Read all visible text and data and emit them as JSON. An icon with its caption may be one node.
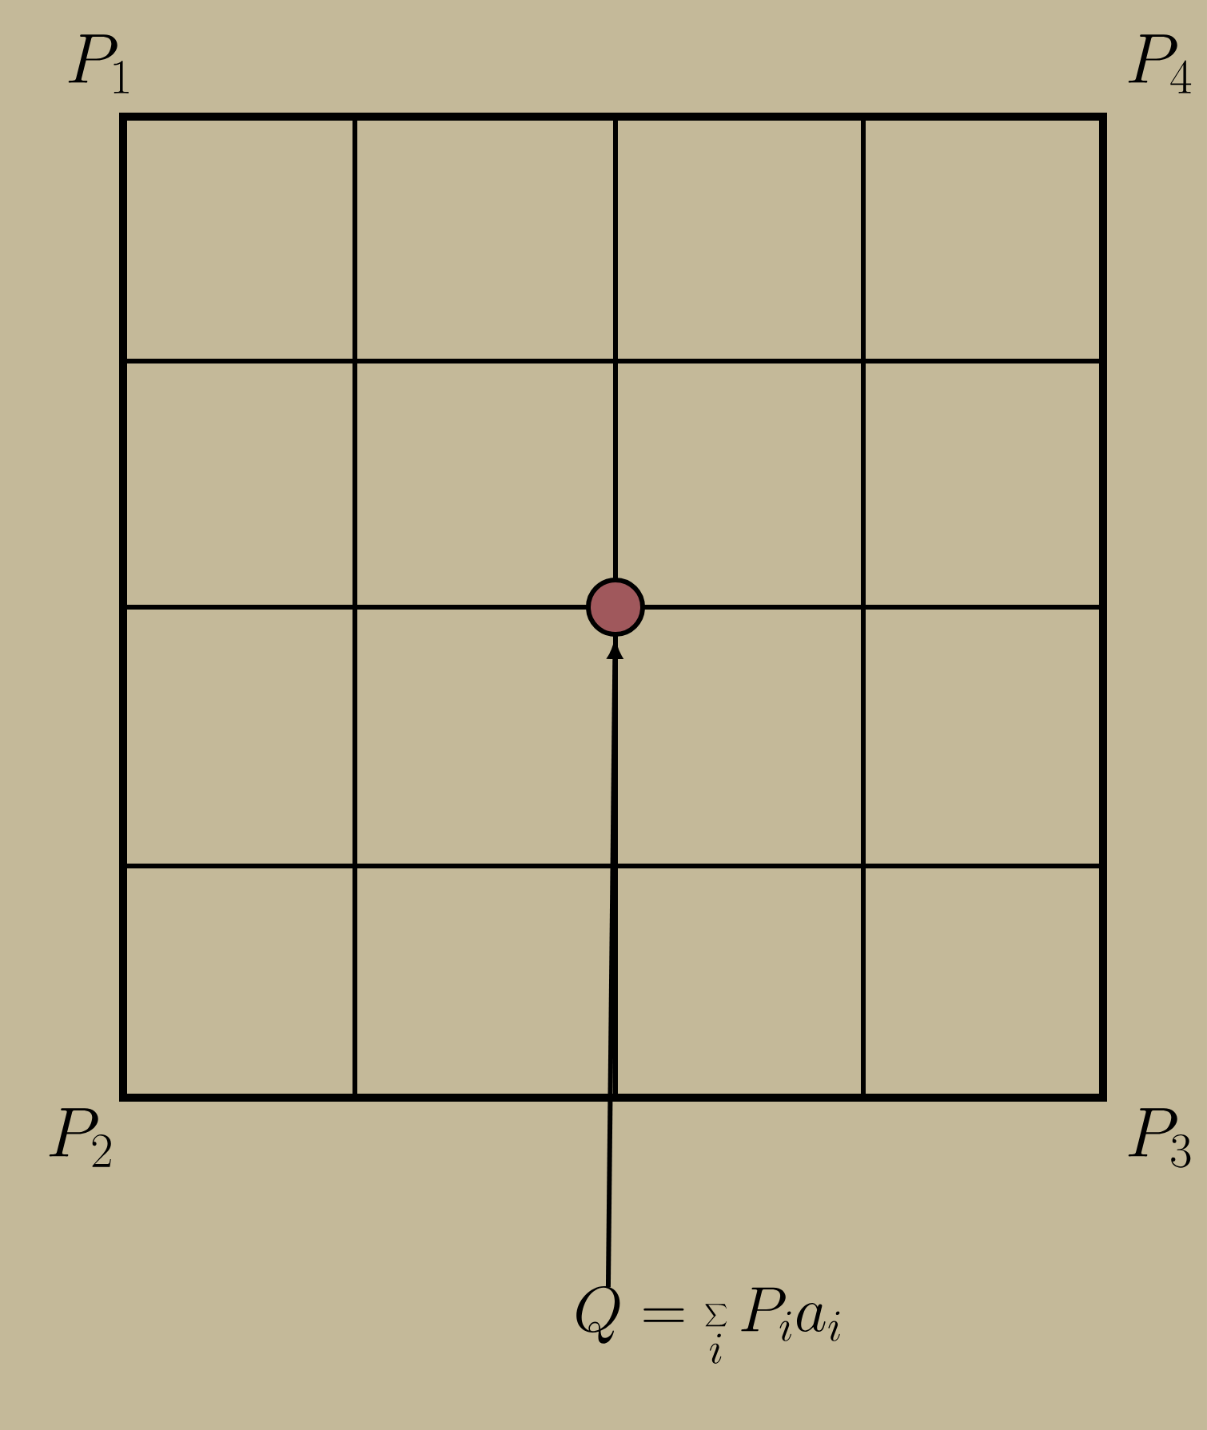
{
  "diagram": {
    "nodes": [
      {
        "text": [
          "Q = \\sum_{i} P_i a_i"
        ]
      },
      {
        "text": [],
        "shape": "circle"
      }
    ],
    "edges": [
      {
        "from": 0,
        "to": 1,
        "arrow": "to"
      }
    ],
    "labels": [
      "P_1",
      "P_4",
      "P_2",
      "P_3"
    ]
  }
}
